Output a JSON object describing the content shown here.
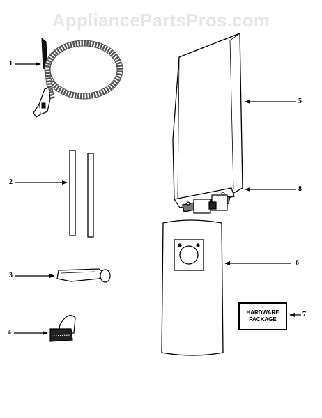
{
  "watermark": {
    "text": "AppliancePartsPros.com"
  },
  "callouts": [
    {
      "number": "1",
      "part": "hose"
    },
    {
      "number": "2",
      "part": "extension-wands"
    },
    {
      "number": "3",
      "part": "crevice-tool"
    },
    {
      "number": "4",
      "part": "upholstery-nozzle"
    },
    {
      "number": "5",
      "part": "dust-bag"
    },
    {
      "number": "6",
      "part": "bag-filter"
    },
    {
      "number": "7",
      "part": "hardware-package"
    },
    {
      "number": "8",
      "part": "bag-collar"
    }
  ],
  "hardware_package": {
    "line1": "HARDWARE",
    "line2": "PACKAGE"
  }
}
